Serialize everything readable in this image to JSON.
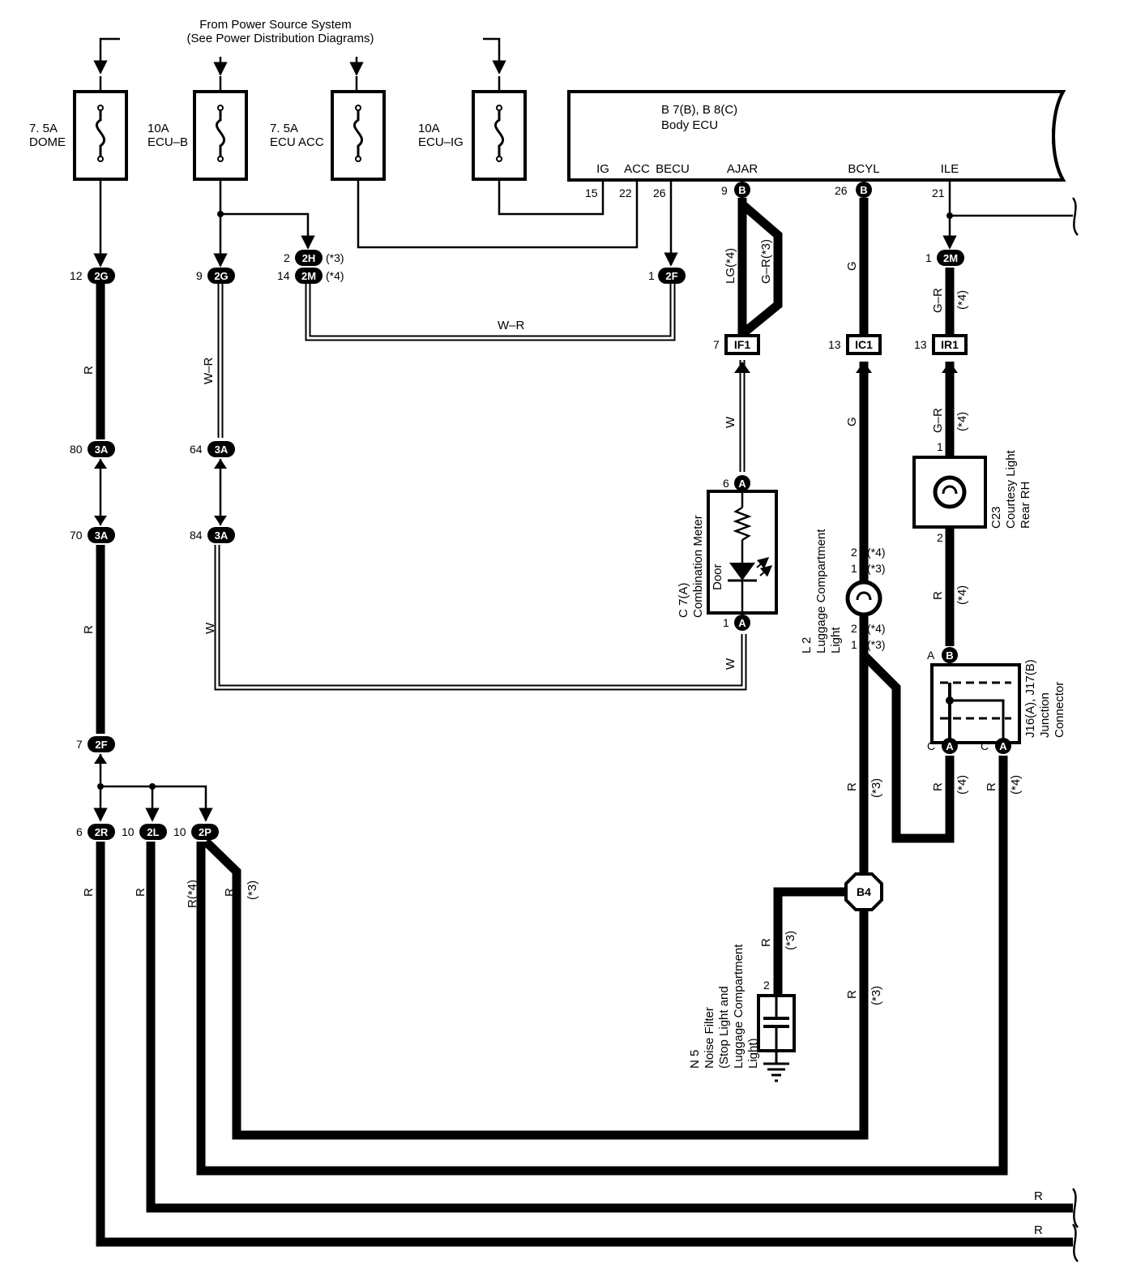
{
  "source": {
    "line1": "From Power Source System",
    "line2": "(See Power Distribution Diagrams)"
  },
  "fuses": [
    {
      "amp": "7. 5A",
      "name": "DOME"
    },
    {
      "amp": "10A",
      "name": "ECU–B"
    },
    {
      "amp": "7. 5A",
      "name": "ECU ACC"
    },
    {
      "amp": "10A",
      "name": "ECU–IG"
    }
  ],
  "ecu": {
    "ref": "B 7(B), B 8(C)",
    "name": "Body ECU",
    "terminals": [
      {
        "name": "IG",
        "pin": "15"
      },
      {
        "name": "ACC",
        "pin": "22"
      },
      {
        "name": "BECU",
        "pin": "26"
      },
      {
        "name": "AJAR",
        "pin": "9",
        "conn": "B"
      },
      {
        "name": "BCYL",
        "pin": "26",
        "conn": "B"
      },
      {
        "name": "ILE",
        "pin": "21"
      }
    ]
  },
  "connectors": {
    "c2G_12": {
      "pin": "12",
      "code": "2G"
    },
    "c2G_9": {
      "pin": "9",
      "code": "2G"
    },
    "c2H": {
      "pin": "2",
      "code": "2H",
      "note": "(*3)"
    },
    "c2M_14": {
      "pin": "14",
      "code": "2M",
      "note": "(*4)"
    },
    "c2F_1": {
      "pin": "1",
      "code": "2F"
    },
    "c2M_1": {
      "pin": "1",
      "code": "2M"
    },
    "cIF1": {
      "pin": "7",
      "code": "IF1"
    },
    "cIC1": {
      "pin": "13",
      "code": "IC1"
    },
    "cIR1": {
      "pin": "13",
      "code": "IR1"
    },
    "c3A_80": {
      "pin": "80",
      "code": "3A"
    },
    "c3A_64": {
      "pin": "64",
      "code": "3A"
    },
    "c3A_70": {
      "pin": "70",
      "code": "3A"
    },
    "c3A_84": {
      "pin": "84",
      "code": "3A"
    },
    "c2F_7": {
      "pin": "7",
      "code": "2F"
    },
    "c2R": {
      "pin": "6",
      "code": "2R"
    },
    "c2L": {
      "pin": "10",
      "code": "2L"
    },
    "c2P": {
      "pin": "10",
      "code": "2P"
    },
    "B4": "B4"
  },
  "wires": {
    "r": "R",
    "wr": "W–R",
    "w": "W",
    "g": "G",
    "gr": "G–R",
    "lg4": "LG(*4)",
    "gr3": "G–R(*3)",
    "r4": "R(*4)",
    "n3": "(*3)",
    "n4": "(*4)"
  },
  "meter": {
    "pin_top": "6",
    "pin_bottom": "1",
    "conn": "A",
    "part": "Door",
    "ref": "C 7(A)",
    "name": "Combination Meter"
  },
  "courtesy": {
    "pin_top": "1",
    "pin_bottom": "2",
    "ref": "C23",
    "line1": "Courtesy Light",
    "line2": "Rear RH"
  },
  "luggage": {
    "pin_t1": "2",
    "note_t1": "(*4)",
    "pin_t2": "1",
    "note_t2": "(*3)",
    "pin_b1": "2",
    "note_b1": "(*4)",
    "pin_b2": "1",
    "note_b2": "(*3)",
    "ref": "L 2",
    "line1": "Luggage Compartment",
    "line2": "Light"
  },
  "junction": {
    "pin_a": "A",
    "conn_b": "B",
    "pin_c1": "C",
    "conn_a1": "A",
    "pin_c2": "C",
    "conn_a2": "A",
    "ref": "J16(A), J17(B)",
    "line1": "Junction",
    "line2": "Connector"
  },
  "noise": {
    "pin": "2",
    "ref": "N 5",
    "line1": "Noise Filter",
    "line2": "(Stop Light and",
    "line3": "Luggage Compartment",
    "line4": "Light)"
  }
}
